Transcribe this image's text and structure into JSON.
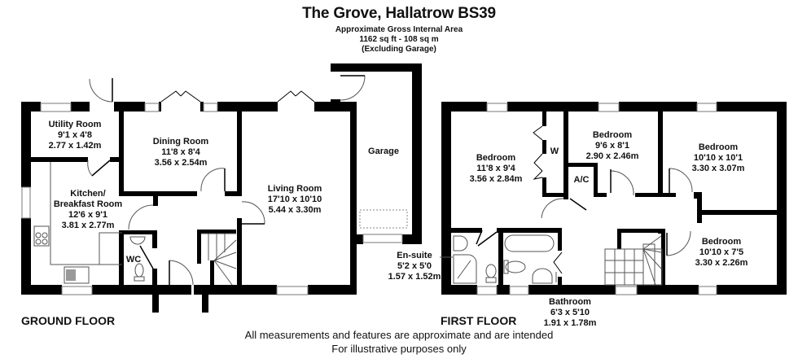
{
  "header": {
    "title": "The Grove, Hallatrow BS39",
    "subtitle_line1": "Approximate Gross Internal Area",
    "subtitle_line2": "1162 sq ft - 108 sq m",
    "subtitle_line3": "(Excluding Garage)"
  },
  "ground_floor": {
    "label": "GROUND FLOOR",
    "rooms": [
      {
        "name": "Utility Room",
        "imperial": "9'1 x 4'8",
        "metric": "2.77 x 1.42m"
      },
      {
        "name": "Dining Room",
        "imperial": "11'8 x 8'4",
        "metric": "3.56 x 2.54m"
      },
      {
        "name": "Kitchen/",
        "name2": "Breakfast Room",
        "imperial": "12'6 x 9'1",
        "metric": "3.81 x 2.77m"
      },
      {
        "name": "Living Room",
        "imperial": "17'10 x 10'10",
        "metric": "5.44 x 3.30m"
      },
      {
        "name": "Garage"
      },
      {
        "name": "WC"
      }
    ]
  },
  "first_floor": {
    "label": "FIRST FLOOR",
    "rooms": [
      {
        "name": "Bedroom",
        "imperial": "11'8 x 9'4",
        "metric": "3.56 x 2.84m"
      },
      {
        "name": "Bedroom",
        "imperial": "9'6 x 8'1",
        "metric": "2.90 x 2.46m"
      },
      {
        "name": "Bedroom",
        "imperial": "10'10 x 10'1",
        "metric": "3.30 x 3.07m"
      },
      {
        "name": "Bedroom",
        "imperial": "10'10 x 7'5",
        "metric": "3.30 x 2.26m"
      },
      {
        "name": "En-suite",
        "imperial": "5'2 x 5'0",
        "metric": "1.57 x 1.52m"
      },
      {
        "name": "Bathroom",
        "imperial": "6'3 x 5'10",
        "metric": "1.91 x 1.78m"
      },
      {
        "name": "W"
      },
      {
        "name": "A/C"
      }
    ]
  },
  "footer": {
    "line1": "All measurements and features are approximate and are intended",
    "line2": "For illustrative purposes only"
  },
  "colors": {
    "wall": "#000000",
    "background": "#ffffff",
    "fixture": "#888888"
  }
}
